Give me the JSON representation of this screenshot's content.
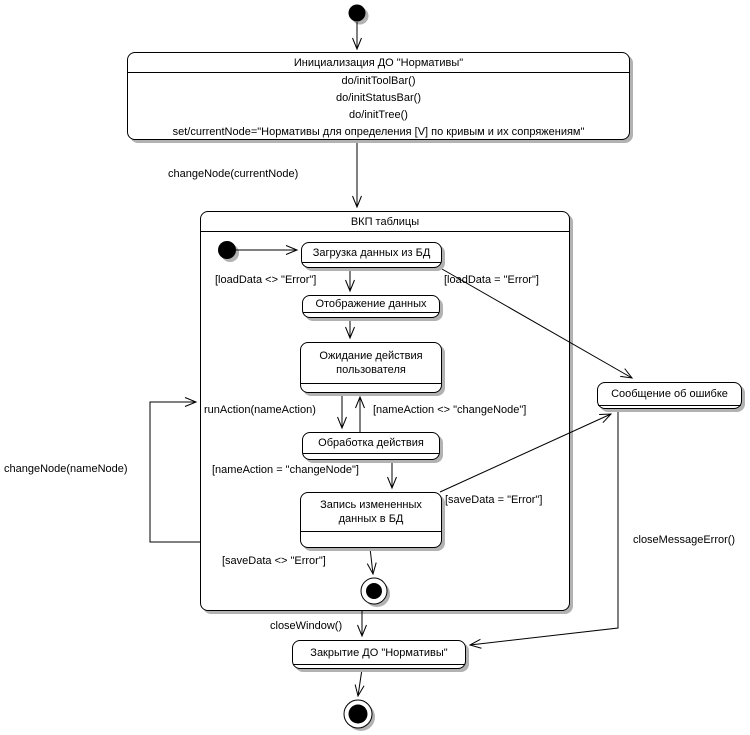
{
  "states": {
    "init": {
      "title": "Инициализация ДО \"Нормативы\"",
      "actions": [
        "do/initToolBar()",
        "do/initStatusBar()",
        "do/initTree()",
        "set/currentNode=\"Нормативы для определения [V] по кривым и их сопряжениям\""
      ]
    },
    "vkp": {
      "title": "ВКП таблицы"
    },
    "load": {
      "title": "Загрузка данных из БД"
    },
    "display": {
      "title": "Отображение данных"
    },
    "wait": {
      "title": "Ожидание действия пользователя"
    },
    "process": {
      "title": "Обработка действия"
    },
    "save": {
      "title": "Запись измененных данных в БД"
    },
    "error_msg": {
      "title": "Сообщение об ошибке"
    },
    "close": {
      "title": "Закрытие ДО \"Нормативы\""
    }
  },
  "transitions": {
    "change_node_current": "changeNode(currentNode)",
    "load_ok": "[loadData <> \"Error\"]",
    "load_err": "[loadData = \"Error\"]",
    "run_action": "runAction(nameAction)",
    "action_not_change_node": "[nameAction <> \"changeNode\"]",
    "action_change_node": "[nameAction = \"changeNode\"]",
    "save_err": "[saveData = \"Error\"]",
    "save_ok": "[saveData <> \"Error\"]",
    "change_node_name": "changeNode(nameNode)",
    "close_window": "closeWindow()",
    "close_message_error": "closeMessageError()"
  },
  "colors": {
    "line": "#000000",
    "fill": "#ffffff",
    "shadow": "#b2b2b2"
  }
}
